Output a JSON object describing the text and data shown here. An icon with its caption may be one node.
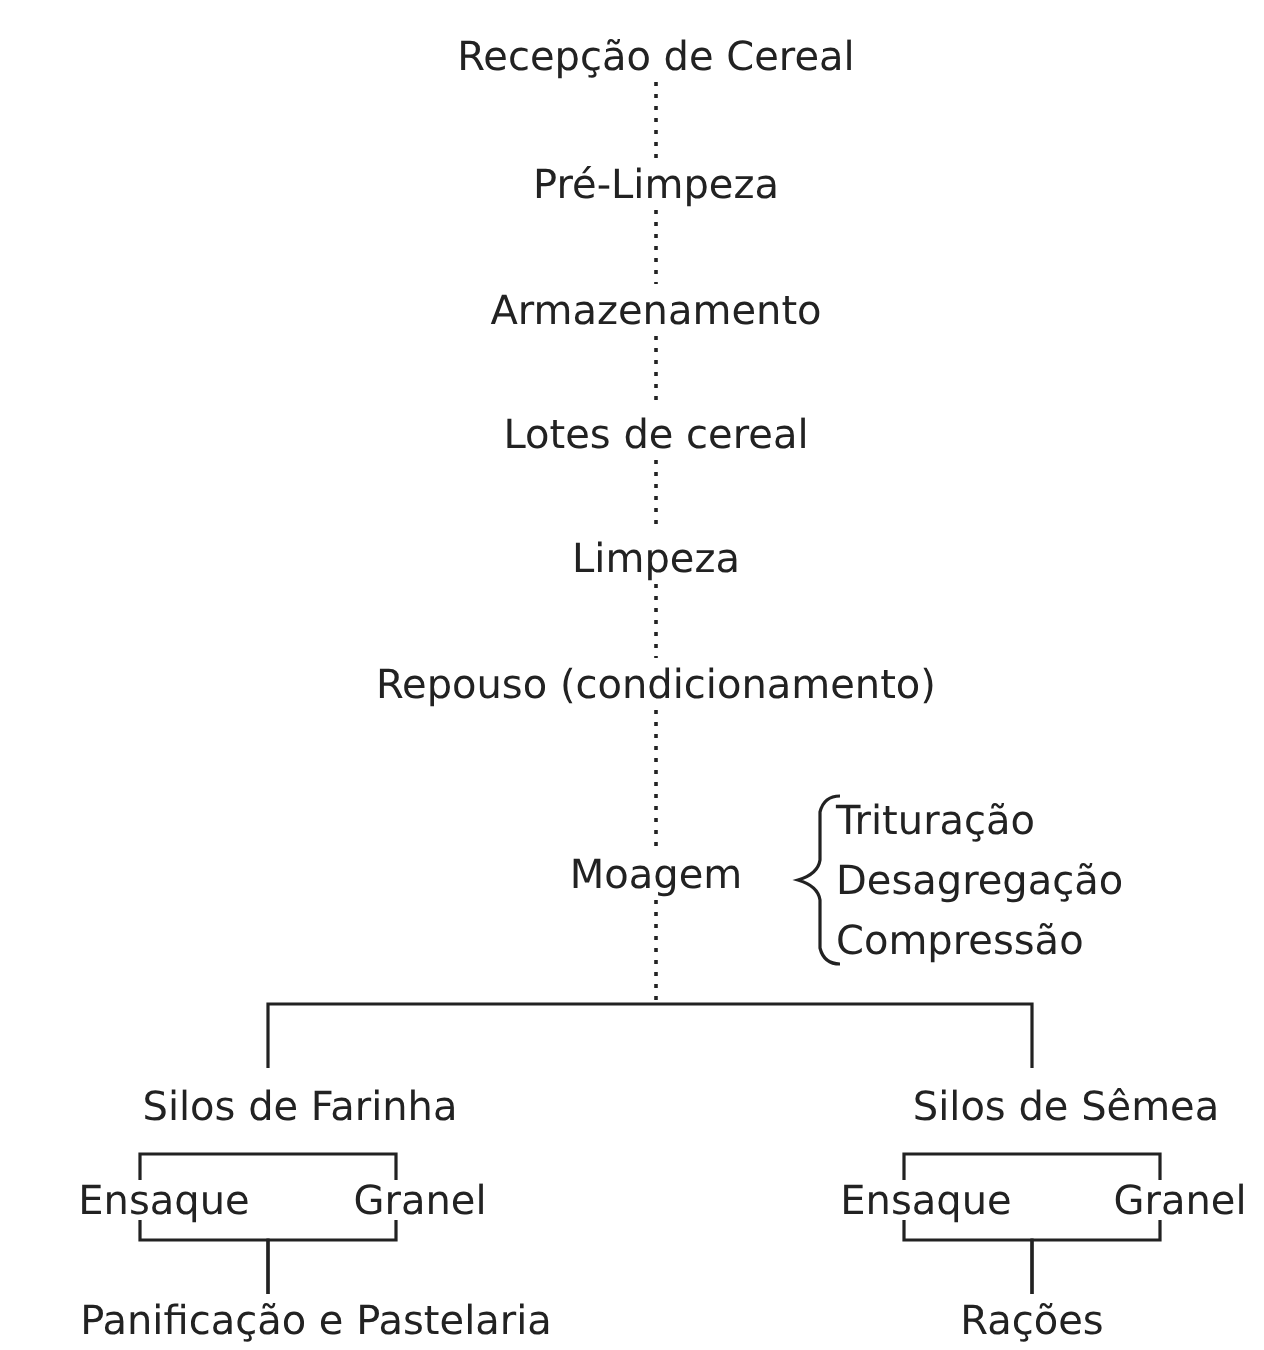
{
  "diagram": {
    "nodes": [
      {
        "text": [
          "Recepção de Cereal"
        ]
      },
      {
        "text": [
          "Pré-Limpeza"
        ]
      },
      {
        "text": [
          "Armazenamento"
        ]
      },
      {
        "text": [
          "Lotes de cereal"
        ]
      },
      {
        "text": [
          "Limpeza"
        ]
      },
      {
        "text": [
          "Repouso (condicionamento)"
        ]
      },
      {
        "text": [
          "Moagem"
        ]
      },
      {
        "text": [
          "Silos de Farinha"
        ]
      },
      {
        "text": [
          "Silos de Sêmea"
        ]
      },
      {
        "text": [
          "Ensaque"
        ]
      },
      {
        "text": [
          "Granel"
        ]
      },
      {
        "text": [
          "Ensaque"
        ]
      },
      {
        "text": [
          "Granel"
        ]
      },
      {
        "text": [
          "Panificação e Pastelaria"
        ]
      },
      {
        "text": [
          "Rações"
        ]
      }
    ],
    "edges": [
      {
        "from": 0,
        "to": 1,
        "arrow": "none",
        "style": "dashed"
      },
      {
        "from": 1,
        "to": 2,
        "arrow": "none",
        "style": "dashed"
      },
      {
        "from": 2,
        "to": 3,
        "arrow": "none",
        "style": "dashed"
      },
      {
        "from": 3,
        "to": 4,
        "arrow": "none",
        "style": "dashed"
      },
      {
        "from": 4,
        "to": 5,
        "arrow": "none",
        "style": "dashed"
      },
      {
        "from": 5,
        "to": 6,
        "arrow": "none",
        "style": "dashed"
      },
      {
        "from": 6,
        "to": 7,
        "arrow": "none"
      },
      {
        "from": 6,
        "to": 8,
        "arrow": "none"
      },
      {
        "from": 7,
        "to": 9,
        "arrow": "none"
      },
      {
        "from": 7,
        "to": 10,
        "arrow": "none"
      },
      {
        "from": 9,
        "to": 13,
        "arrow": "none"
      },
      {
        "from": 10,
        "to": 13,
        "arrow": "none"
      },
      {
        "from": 8,
        "to": 11,
        "arrow": "none"
      },
      {
        "from": 8,
        "to": 12,
        "arrow": "none"
      },
      {
        "from": 11,
        "to": 14,
        "arrow": "none"
      },
      {
        "from": 12,
        "to": 14,
        "arrow": "none"
      }
    ],
    "labels": [
      "Trituração",
      "Desagregação",
      "Compressão"
    ]
  }
}
